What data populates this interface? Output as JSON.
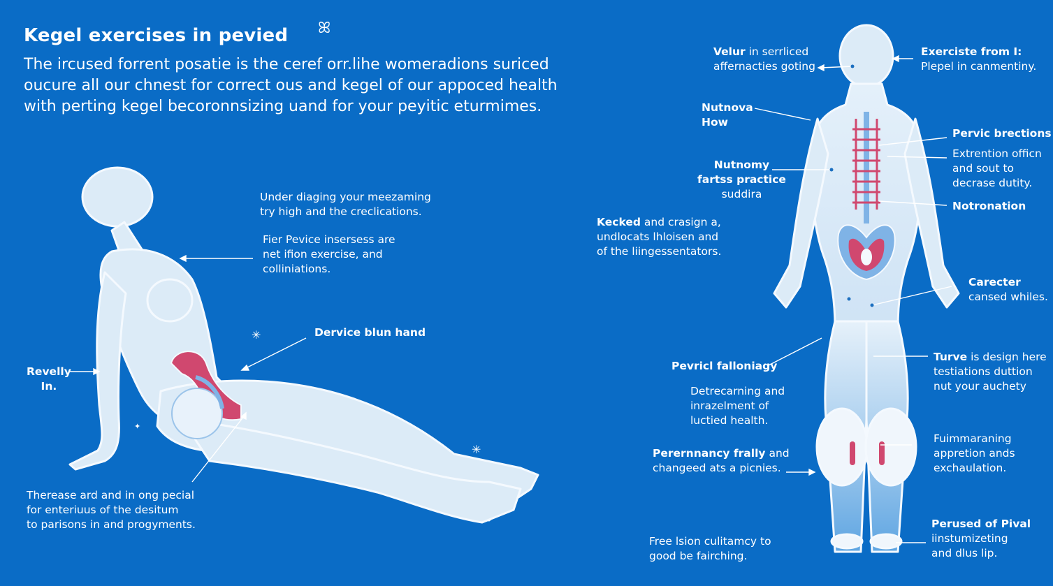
{
  "header": {
    "title": "Kegel exercises in pevied",
    "intro_lines": [
      "The ircused forrent posatie is the ceref orr.lihe womeradions suriced",
      "oucure all our chnest for correct ous and kegel of our appoced health",
      "with perting kegel becoronnsizing uand for your peyitic eturmimes."
    ]
  },
  "left_figure": {
    "labels": {
      "under_diaging": [
        "Under diaging your meezaming",
        "try high and the creclications."
      ],
      "fier_pevice": [
        "Fier Pevice insersess are",
        "net ifion exercise, and",
        "colliniations."
      ],
      "device_blun": "Dervice blun hand",
      "revelly": [
        "Revelly",
        "In."
      ],
      "therease": [
        "Therease ard and in ong pecial",
        "for enteriuus of the desitum",
        "to parisons in and progyments."
      ]
    }
  },
  "right_figure": {
    "labels": {
      "velur_bold": "Velur",
      "velur_rest": " in serrliced",
      "velur_line2": "affernacties goting",
      "exercise_bold": "Exerciste from I:",
      "exercise_line2": "Plepel in canmentiny.",
      "nutnova": [
        "Nutnova",
        "How"
      ],
      "pervic_brections": "Pervic brections",
      "extention": [
        "Extrention officn",
        "and sout to",
        "decrase dutity."
      ],
      "nutnomy_bold": [
        "Nutnomy",
        "fartss practice"
      ],
      "nutnomy_line3": "suddira",
      "notronation": "Notronation",
      "kecked_bold": "Kecked",
      "kecked_rest": " and crasign a,",
      "kecked_lines": [
        "undlocats lhloisen and",
        "of the liingessentators."
      ],
      "carecter_bold": "Carecter",
      "carecter_line2": "cansed whiles.",
      "pervicl": "Pevricl falloniagy",
      "turve_bold": "Turve",
      "turve_rest": " is design here",
      "turve_lines": [
        "testiations duttion",
        "nut your auchety"
      ],
      "detrecarning": [
        "Detrecarning and",
        "inrazelment of",
        "luctied health."
      ],
      "perernnancy_bold": "Perernnancy frally",
      "perernnancy_rest": " and",
      "perernnancy_line2": "changeed ats a picnies.",
      "fuimmaraning": [
        "Fuimmaraning",
        "appretion ands",
        "exchaulation."
      ],
      "free_lsion": [
        "Free lsion culitamcy to",
        "good be fairching."
      ],
      "perused_bold": "Perused of Pival",
      "perused_lines": [
        "iinstumizeting",
        "and dlus lip."
      ]
    }
  },
  "colors": {
    "background": "#0a6cc6",
    "body_fill": "#dcebf7",
    "body_outline": "#f4f9fe",
    "organ_pink": "#d0486f",
    "organ_blue": "#7fb3e6",
    "leader_line": "#ffffff"
  },
  "icons": [
    "butterfly-icon",
    "sparkle-icon"
  ]
}
